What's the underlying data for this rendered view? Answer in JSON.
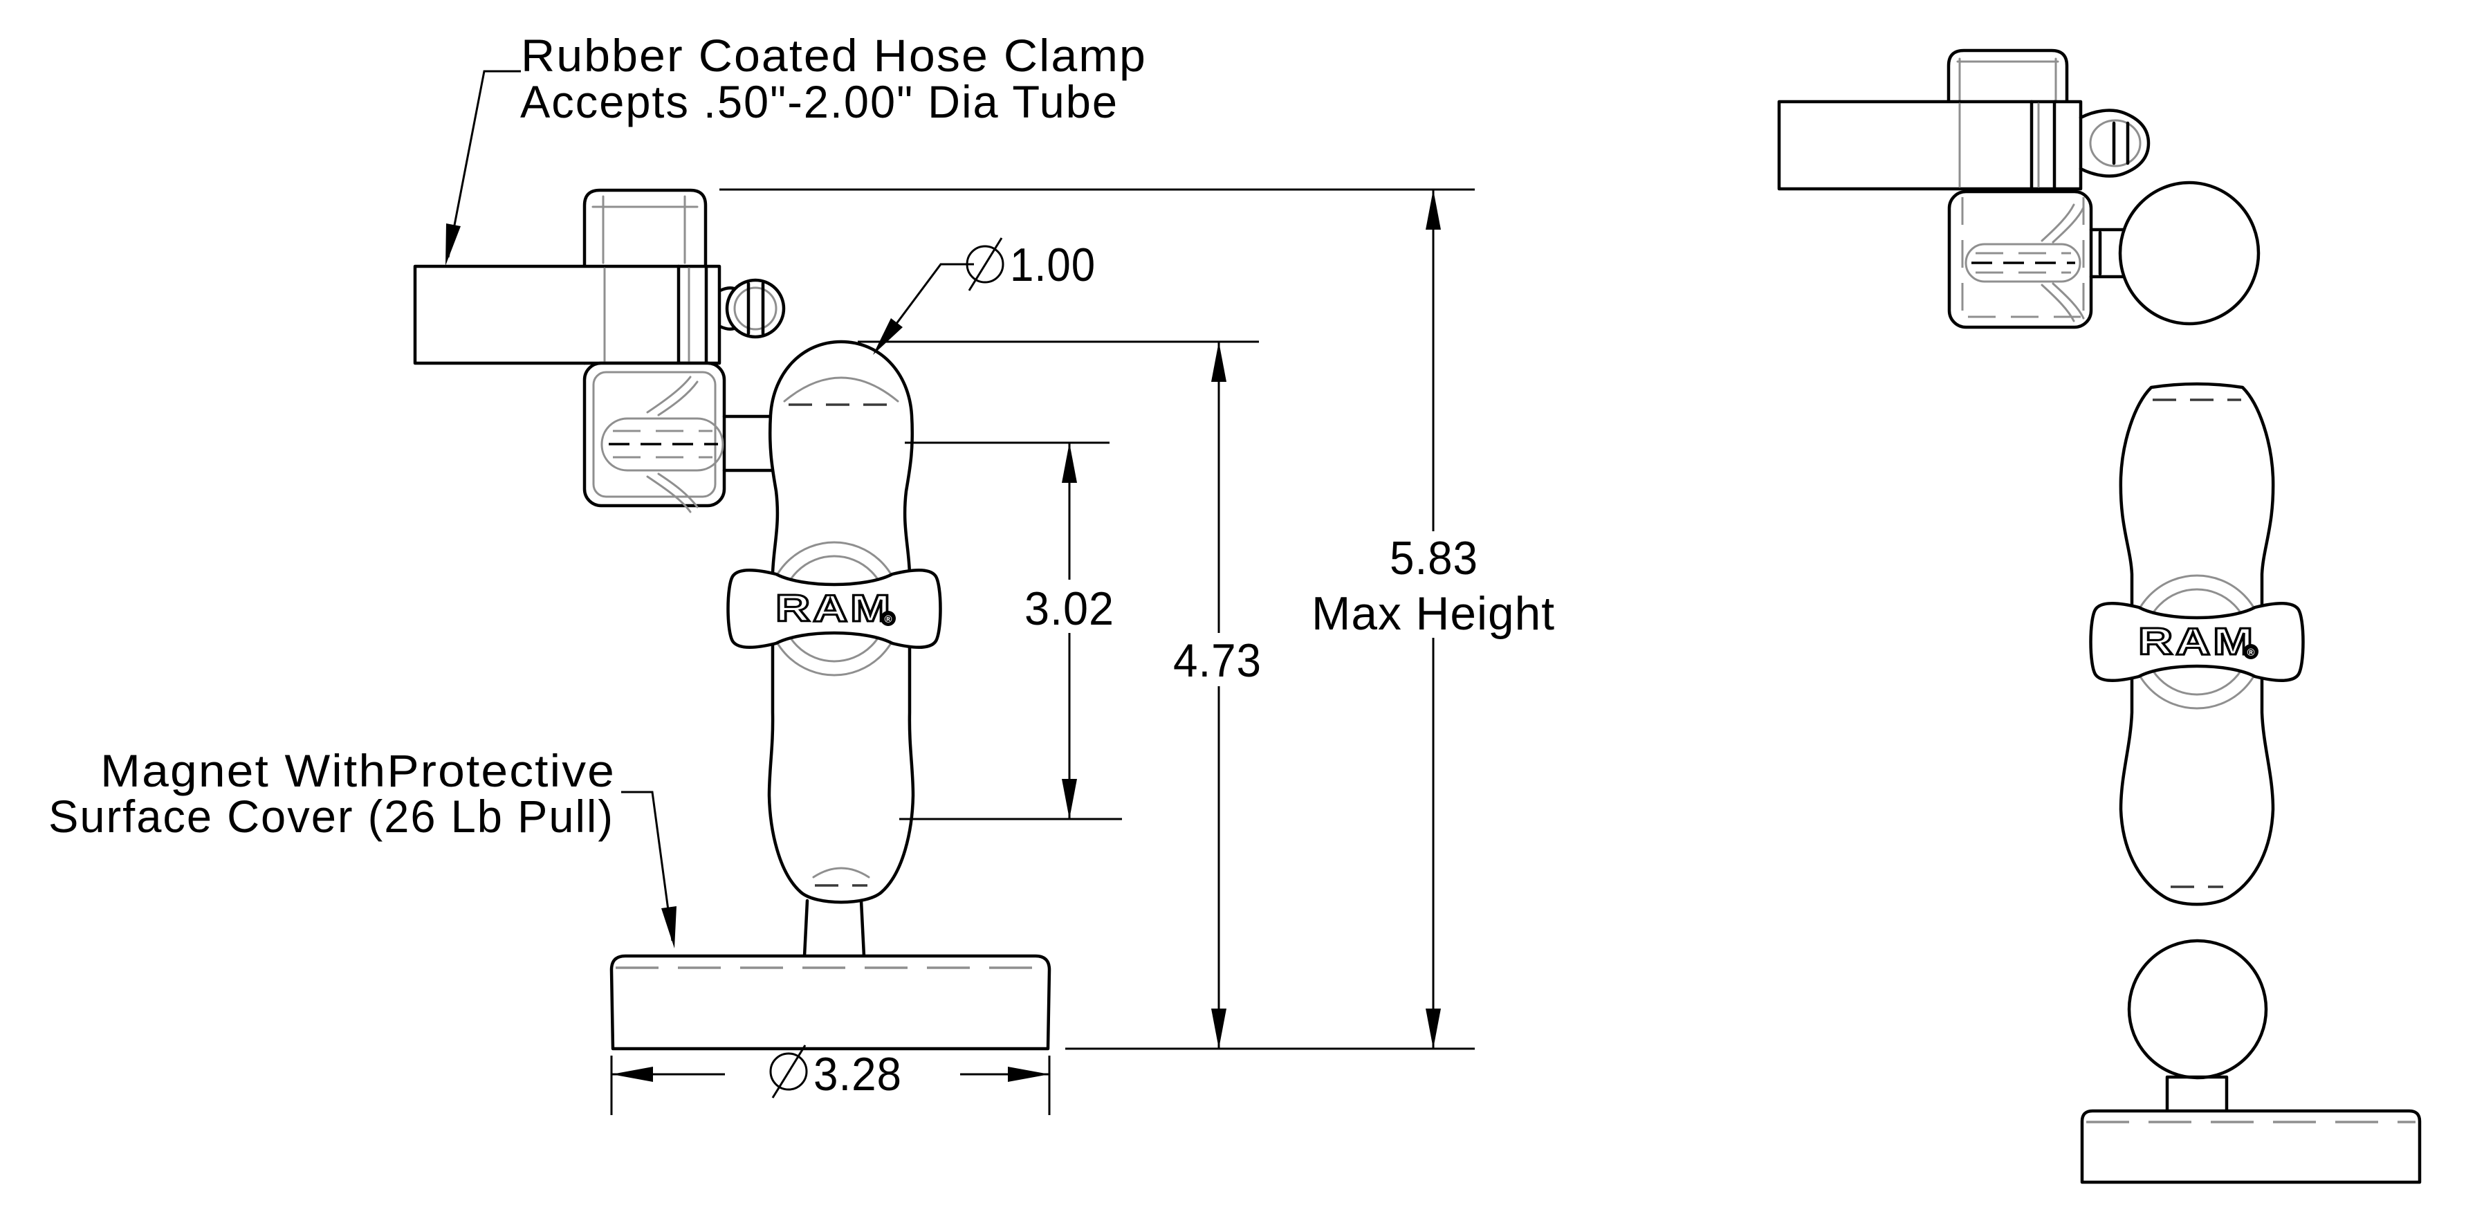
{
  "labels": {
    "hose_clamp": {
      "line1": "Rubber Coated Hose Clamp",
      "line2": "Accepts .50\"-2.00\" Dia Tube"
    },
    "magnet": {
      "line1": "Magnet WithProtective",
      "line2": "Surface Cover (26 Lb Pull)"
    }
  },
  "dimensions": {
    "ball": {
      "symbol": "Ø",
      "value": "1.00"
    },
    "arm_length": {
      "value": "3.02"
    },
    "ball_to_base": {
      "value": "4.73"
    },
    "max_height": {
      "value": "5.83",
      "caption": "Max Height"
    },
    "base": {
      "symbol": "Ø",
      "value": "3.28"
    }
  },
  "branding": {
    "knob_logo": "RAM",
    "registered_mark": "®"
  },
  "colors": {
    "line": "#000000",
    "construction": "#8f8f8f",
    "background": "#ffffff"
  }
}
